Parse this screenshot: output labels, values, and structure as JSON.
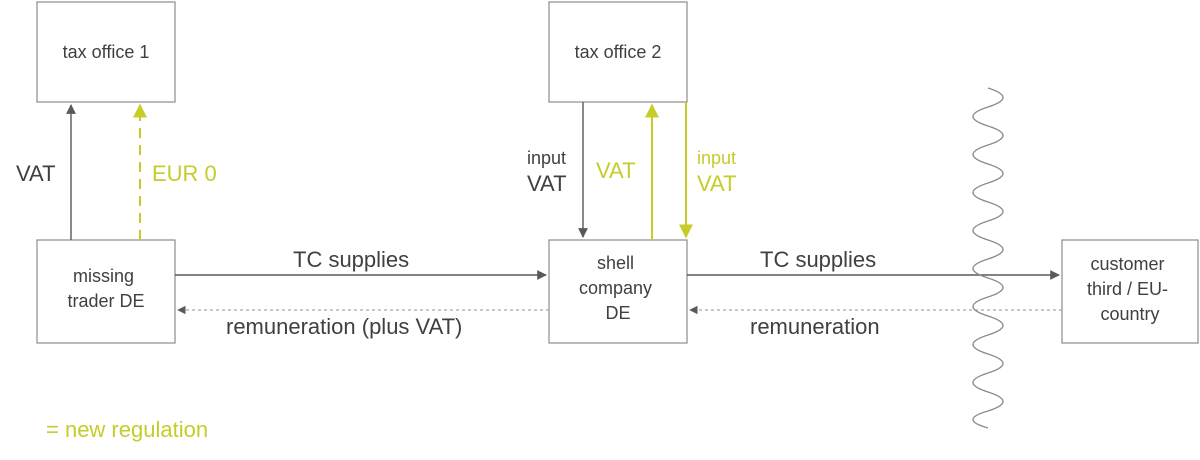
{
  "boxes": {
    "tax_office_1": [
      "tax office 1"
    ],
    "tax_office_2": [
      "tax office 2"
    ],
    "missing_trader": [
      "missing",
      "trader DE"
    ],
    "shell_company": [
      "shell",
      "company",
      "DE"
    ],
    "customer": [
      "customer",
      "third / EU-",
      "country"
    ]
  },
  "labels": {
    "vat_left": "VAT",
    "eur0": "EUR 0",
    "input_small_gray": "input",
    "input_vat_gray": "VAT",
    "vat_lime_mid": "VAT",
    "input_small_lime": "input",
    "input_vat_lime": "VAT",
    "tc_supplies_1": "TC supplies",
    "remuneration_plus_vat": "remuneration (plus VAT)",
    "tc_supplies_2": "TC supplies",
    "remuneration": "remuneration",
    "legend": "= new regulation"
  },
  "colors": {
    "new_regulation": "#c6cc2a",
    "flow": "#595959",
    "box_border": "#8c8c8c"
  }
}
